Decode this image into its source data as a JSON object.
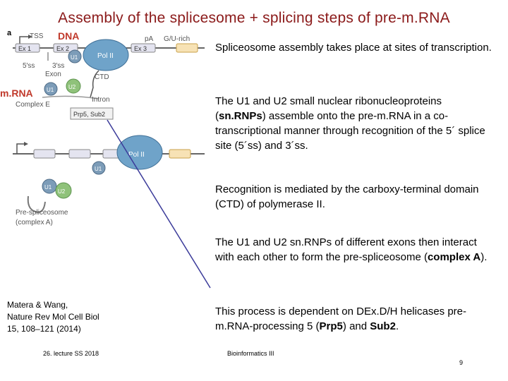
{
  "title": "Assembly of the splicesome + splicing steps of pre-m.RNA",
  "figure": {
    "overlay_dna": "DNA",
    "overlay_mrna": "m.RNA",
    "panel_letter": "a",
    "labels": {
      "tss": "TSS",
      "ex1": "Ex 1",
      "ex2": "Ex 2",
      "ex3": "Ex 3",
      "pa": "pA",
      "gu": "G/U-rich",
      "ss5": "5′ss",
      "ss3": "3′ss",
      "exon": "Exon",
      "ctd": "CTD",
      "intron": "Intron",
      "complex_e": "Complex E",
      "prp5": "Prp5, Sub2",
      "polii": "Pol II",
      "u1": "U1",
      "u2": "U2",
      "prespliceosome_1": "Pre-spliceosome",
      "prespliceosome_2": "(complex A)"
    }
  },
  "paragraphs": {
    "p1": "Spliceosome assembly takes place at sites of transcription.",
    "p2_a": "The U1 and U2 small nuclear ribonucleoproteins (",
    "p2_b": "sn.RNPs",
    "p2_c": ") assemble onto the pre-m.RNA in a co-transcriptional manner through recognition of the 5´ splice site (5´ss) and 3´ss.",
    "p3": "Recognition is mediated by the carboxy-terminal domain (CTD) of polymerase II.",
    "p4_a": "The U1 and U2 sn.RNPs of different exons then interact with each other to form the pre-spliceosome (",
    "p4_b": "complex A",
    "p4_c": ").",
    "p5_a": "This process is dependent on DEx.D/H helicases pre-m.RNA-processing 5 (",
    "p5_b": "Prp5",
    "p5_c": ") and ",
    "p5_d": "Sub2",
    "p5_e": "."
  },
  "citation": {
    "line1": "Matera & Wang,",
    "line2": "Nature Rev Mol Cell Biol",
    "line3": "15, 108–121 (2014)"
  },
  "footer": {
    "lecture": "26. lecture SS 2018",
    "course": "Bioinformatics III",
    "page": "9"
  },
  "colors": {
    "title": "#8B1A1A",
    "overlay_label": "#C0392B",
    "pointer_line": "#3B3B9A",
    "polii": "#6FA3C9",
    "u1": "#7C9CB8",
    "u2": "#8FC27A"
  }
}
